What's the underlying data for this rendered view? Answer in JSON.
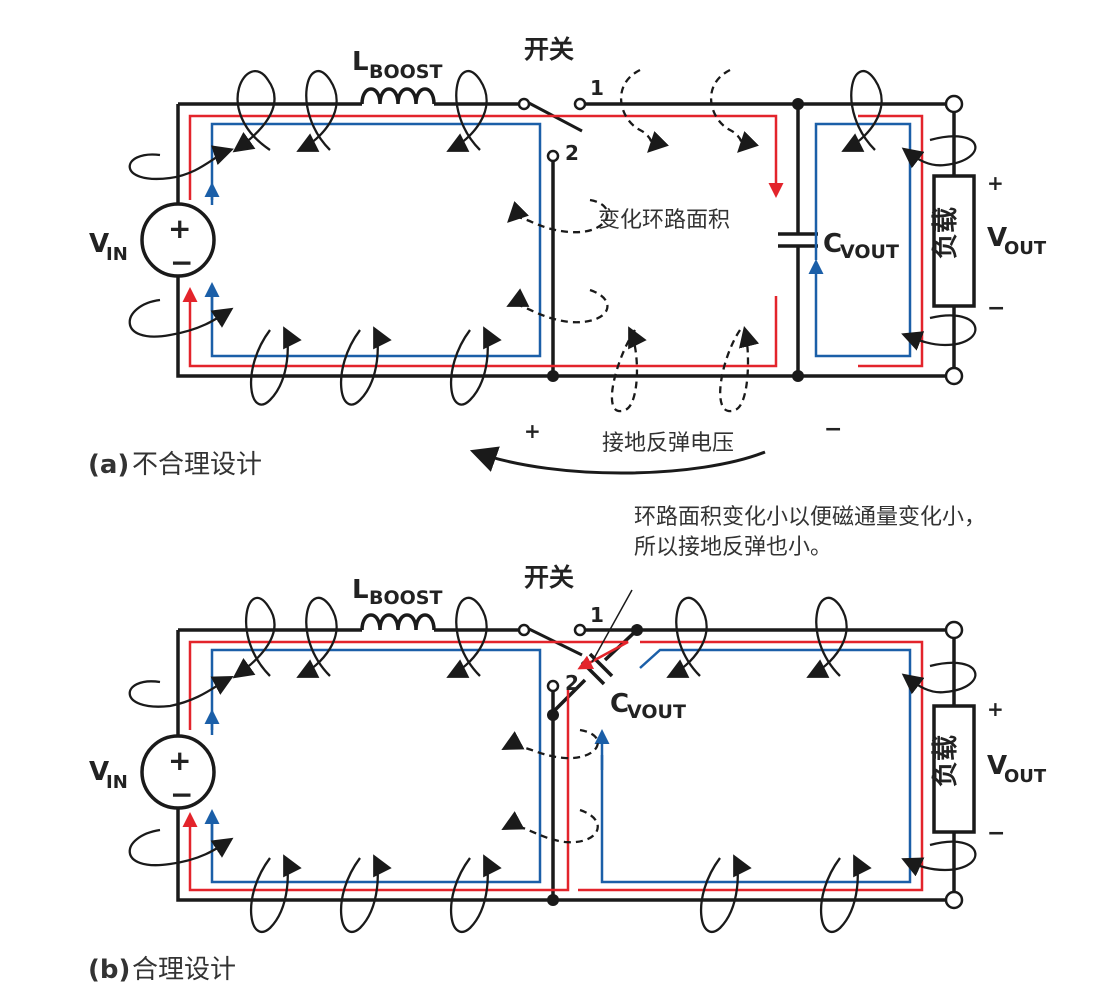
{
  "colors": {
    "wire": "#1a1a1a",
    "red": "#e3242b",
    "blue": "#1b5fa8"
  },
  "diagram_a": {
    "caption_prefix": "(a)",
    "caption_text": "不合理设计",
    "switch_label": "开关",
    "node_1": "1",
    "node_2": "2",
    "inductor_main": "L",
    "inductor_sub": "BOOST",
    "vin_main": "V",
    "vin_sub": "IN",
    "source_plus": "+",
    "source_minus": "−",
    "cap_main": "C",
    "cap_sub": "VOUT",
    "load_label": "负载",
    "vout_main": "V",
    "vout_sub": "OUT",
    "vout_plus": "+",
    "vout_minus": "−",
    "loop_area_note": "变化环路面积",
    "bounce_plus": "+",
    "bounce_minus": "−",
    "bounce_label": "接地反弹电压"
  },
  "diagram_b": {
    "caption_prefix": "(b)",
    "caption_text": "合理设计",
    "note_line1": "环路面积变化小以便磁通量变化小，",
    "note_line2": "所以接地反弹也小。",
    "switch_label": "开关",
    "node_1": "1",
    "node_2": "2",
    "inductor_main": "L",
    "inductor_sub": "BOOST",
    "vin_main": "V",
    "vin_sub": "IN",
    "source_plus": "+",
    "source_minus": "−",
    "cap_main": "C",
    "cap_sub": "VOUT",
    "load_label": "负载",
    "vout_main": "V",
    "vout_sub": "OUT",
    "vout_plus": "+",
    "vout_minus": "−"
  }
}
